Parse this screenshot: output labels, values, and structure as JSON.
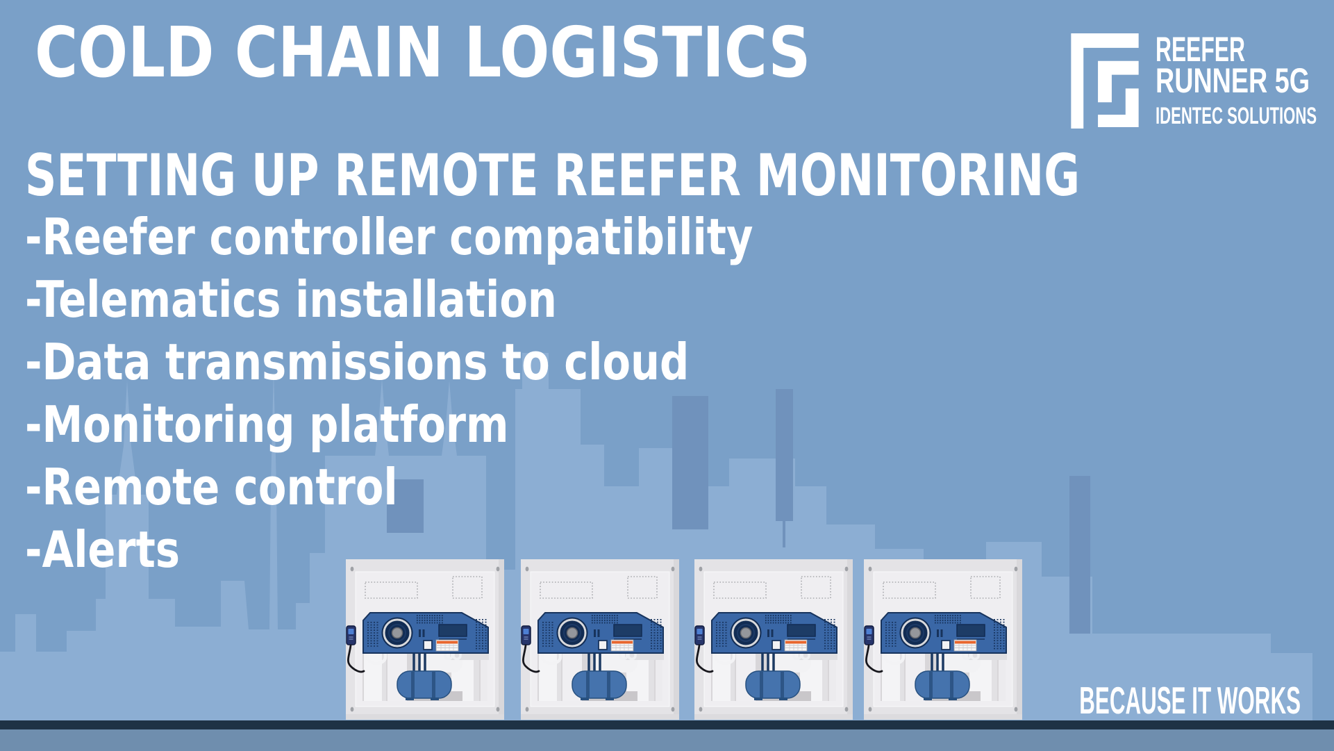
{
  "header": {
    "title": "COLD CHAIN LOGISTICS"
  },
  "logo": {
    "brand_line1": "REEFER",
    "brand_line2": "RUNNER 5G",
    "company": "IDENTEC SOLUTIONS",
    "mark": "f5-square-spiral-monogram"
  },
  "content": {
    "subtitle": "SETTING UP REMOTE REEFER MONITORING",
    "bullets": [
      "-Reefer controller compatibility",
      "-Telematics installation",
      "-Data transmissions to cloud",
      "-Monitoring platform",
      "-Remote control",
      "-Alerts"
    ]
  },
  "footer": {
    "tagline": "BECAUSE IT WORKS"
  },
  "illustration": {
    "reefer_units_count": 4,
    "description": "refrigerated container units with fan, controller display and compressor tank"
  },
  "colors": {
    "background": "#7AA0C8",
    "skyline_light": "#8CAED3",
    "skyline_dark": "#7092BC",
    "footer_bar": "#1E3245",
    "footer_strip": "#6F8EAE",
    "text": "#FFFFFF",
    "machine_blue": "#3A67A6",
    "machine_outline": "#17335C",
    "accent_orange": "#E8672E",
    "container_gray": "#E4E3E6"
  }
}
